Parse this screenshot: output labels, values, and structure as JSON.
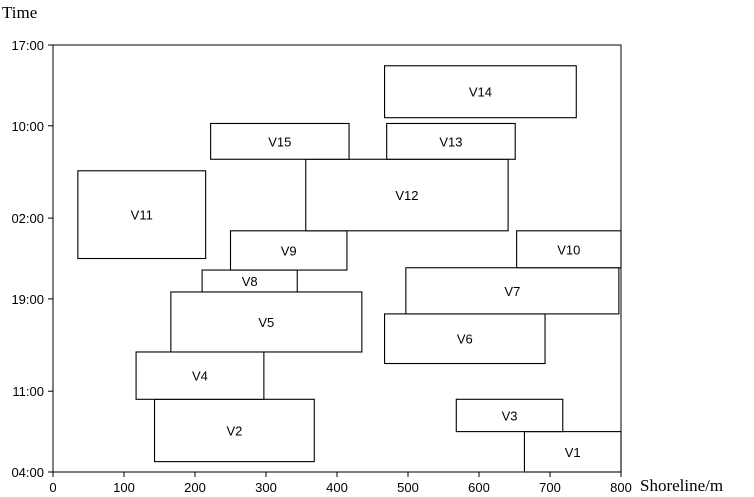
{
  "chart_data": {
    "type": "gantt",
    "xlabel": "Shoreline/m",
    "ylabel": "Time",
    "xlim": [
      0,
      800
    ],
    "x_ticks": [
      0,
      100,
      200,
      300,
      400,
      500,
      600,
      700,
      800
    ],
    "y_ticks": [
      {
        "label": "04:00",
        "hours": 0
      },
      {
        "label": "11:00",
        "hours": 7
      },
      {
        "label": "19:00",
        "hours": 15
      },
      {
        "label": "02:00",
        "hours": 22
      },
      {
        "label": "10:00",
        "hours": 30
      },
      {
        "label": "17:00",
        "hours": 37
      }
    ],
    "vessels": [
      {
        "label": "V1",
        "x_start": 664,
        "x_end": 800,
        "t_start": 0.0,
        "t_end": 3.5
      },
      {
        "label": "V2",
        "x_start": 143,
        "x_end": 368,
        "t_start": 0.9,
        "t_end": 6.3
      },
      {
        "label": "V3",
        "x_start": 568,
        "x_end": 718,
        "t_start": 3.5,
        "t_end": 6.3
      },
      {
        "label": "V4",
        "x_start": 117,
        "x_end": 297,
        "t_start": 6.3,
        "t_end": 10.4
      },
      {
        "label": "V5",
        "x_start": 166,
        "x_end": 435,
        "t_start": 10.4,
        "t_end": 15.6
      },
      {
        "label": "V6",
        "x_start": 467,
        "x_end": 693,
        "t_start": 9.4,
        "t_end": 13.7
      },
      {
        "label": "V7",
        "x_start": 497,
        "x_end": 797,
        "t_start": 13.7,
        "t_end": 17.7
      },
      {
        "label": "V8",
        "x_start": 210,
        "x_end": 344,
        "t_start": 15.6,
        "t_end": 17.5
      },
      {
        "label": "V9",
        "x_start": 250,
        "x_end": 414,
        "t_start": 17.5,
        "t_end": 20.9
      },
      {
        "label": "V10",
        "x_start": 653,
        "x_end": 800,
        "t_start": 17.7,
        "t_end": 20.9
      },
      {
        "label": "V11",
        "x_start": 35,
        "x_end": 215,
        "t_start": 18.5,
        "t_end": 26.1
      },
      {
        "label": "V12",
        "x_start": 356,
        "x_end": 641,
        "t_start": 20.9,
        "t_end": 27.1
      },
      {
        "label": "V13",
        "x_start": 470,
        "x_end": 651,
        "t_start": 27.1,
        "t_end": 30.2
      },
      {
        "label": "V14",
        "x_start": 467,
        "x_end": 737,
        "t_start": 30.7,
        "t_end": 35.2
      },
      {
        "label": "V15",
        "x_start": 222,
        "x_end": 417,
        "t_start": 27.1,
        "t_end": 30.2
      }
    ]
  }
}
